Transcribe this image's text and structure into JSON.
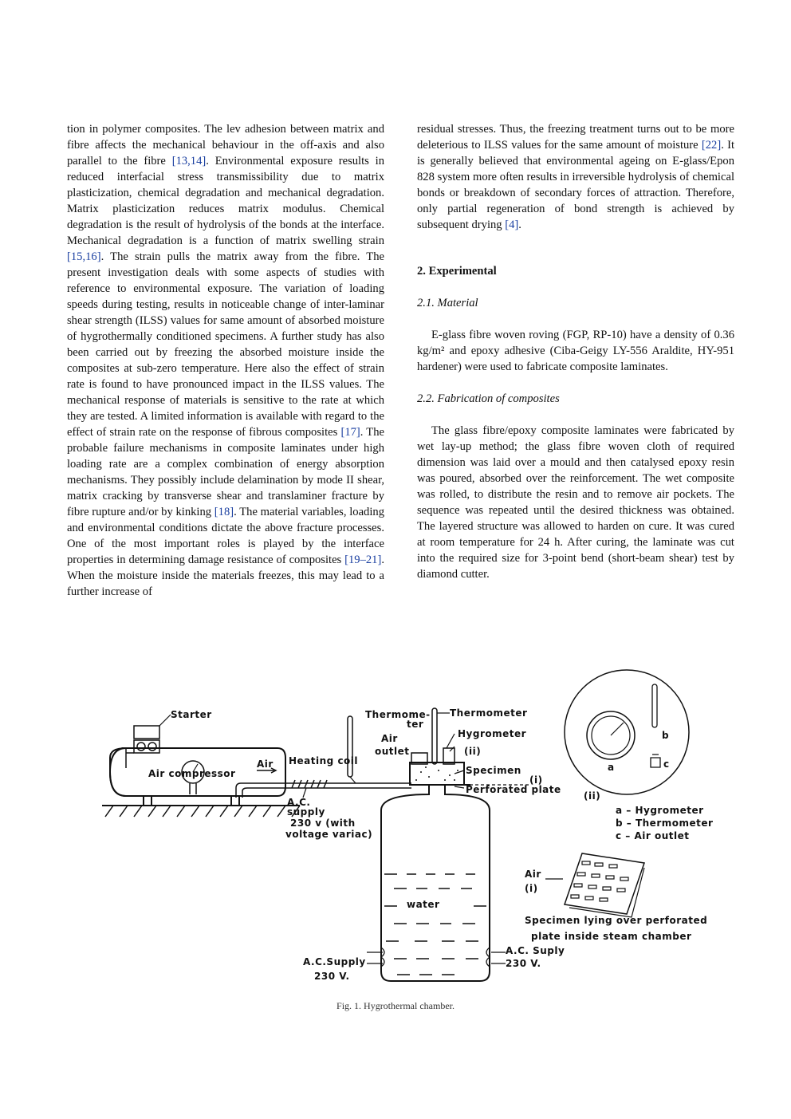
{
  "left_column": {
    "p1_a": "tion in polymer composites. The lev adhesion between matrix and fibre affects the mechanical behaviour in the off-axis and also parallel to the fibre ",
    "p1_ref1": "[13,14]",
    "p1_b": ". Environmental exposure results in reduced interfacial stress transmissibility due to matrix plasticization, chemical degradation and mechanical degradation. Matrix plasticization reduces matrix modulus. Chemical degradation is the result of hydrolysis of the bonds at the interface. Mechanical degradation is a function of matrix swelling strain ",
    "p1_ref2": "[15,16]",
    "p1_c": ". The strain pulls the matrix away from the fibre. The present investigation deals with some aspects of studies with reference to environmental exposure. The variation of loading speeds during testing, results in noticeable change of inter-laminar shear strength (ILSS) values for same amount of absorbed moisture of hygrothermally conditioned specimens. A further study has also been carried out by freezing the absorbed moisture inside the composites at sub-zero temperature. Here also the effect of strain rate is found to have pronounced impact in the ILSS values. The mechanical response of materials is sensitive to the rate at which they are tested. A limited information is available with regard to the effect of strain rate on the response of fibrous composites ",
    "p1_ref3": "[17]",
    "p1_d": ". The probable failure mechanisms in composite laminates under high loading rate are a complex combination of energy absorption mechanisms. They possibly include delamination by mode II shear, matrix cracking by transverse shear and translaminer fracture by fibre rupture and/or by kinking ",
    "p1_ref4": "[18]",
    "p1_e": ". The material variables, loading and environmental conditions dictate the above fracture processes. One of the most important roles is played by the interface properties in determining damage resistance of composites ",
    "p1_ref5": "[19–21]",
    "p1_f": ". When the moisture inside the materials freezes, this may lead to a further increase of"
  },
  "right_column": {
    "p2_a": "residual stresses. Thus, the freezing treatment turns out to be more deleterious to ILSS values for the same amount of moisture ",
    "p2_ref1": "[22]",
    "p2_b": ". It is generally believed that environmental ageing on E-glass/Epon 828 system more often results in irreversible hydrolysis of chemical bonds or breakdown of secondary forces of attraction. Therefore, only partial regeneration of bond strength is achieved by subsequent drying ",
    "p2_ref2": "[4]",
    "p2_c": ".",
    "section_title": "2.  Experimental",
    "sub1_title": "2.1.  Material",
    "p3": "E-glass fibre woven roving (FGP, RP-10) have a density of 0.36 kg/m² and epoxy adhesive (Ciba-Geigy LY-556 Araldite, HY-951 hardener) were used to fabricate composite laminates.",
    "sub2_title": "2.2.  Fabrication of composites",
    "p4": "The glass fibre/epoxy composite laminates were fabricated by wet lay-up method; the glass fibre woven cloth of required dimension was laid over a mould and then catalysed epoxy resin was poured, absorbed over the reinforcement. The wet composite was rolled, to distribute the resin and to remove air pockets. The sequence was repeated until the desired thickness was obtained. The layered structure was allowed to harden on cure. It was cured at room temperature for 24 h. After curing, the laminate was cut into the required size for 3-point bend (short-beam shear) test by diamond cutter."
  },
  "figure": {
    "caption": "Fig. 1. Hygrothermal chamber.",
    "labels": {
      "starter": "Starter",
      "air_compressor": "Air compressor",
      "air": "Air",
      "heating_coil": "Heating coil",
      "ac_supply_1": "A.C.",
      "ac_supply_2": "supply",
      "ac_supply_3": "230 v (with",
      "ac_supply_4": "voltage variac)",
      "thermometer_left_1": "Thermome-",
      "thermometer_left_2": "ter",
      "air_outlet_1": "Air",
      "air_outlet_2": "outlet",
      "thermometer": "Thermometer",
      "hygrometer": "Hygrometer",
      "ii": "(ii)",
      "specimen": "Specimen",
      "i": "(i)",
      "perforated_plate": "Perforated plate",
      "water": "water",
      "ac_supply_left_1": "A.C.Supply",
      "ac_supply_left_2": "230 V.",
      "ac_supply_right_1": "A.C. Suply",
      "ac_supply_right_2": "230 V.",
      "detail_ii": "(ii)",
      "detail_a": "a",
      "detail_b": "b",
      "detail_c": "c",
      "legend_a": "a – Hygrometer",
      "legend_b": "b – Thermometer",
      "legend_c": "c – Air outlet",
      "air_i_1": "Air",
      "air_i_2": "(i)",
      "specimen_caption_1": "Specimen lying over perforated",
      "specimen_caption_2": "plate inside steam chamber"
    }
  }
}
